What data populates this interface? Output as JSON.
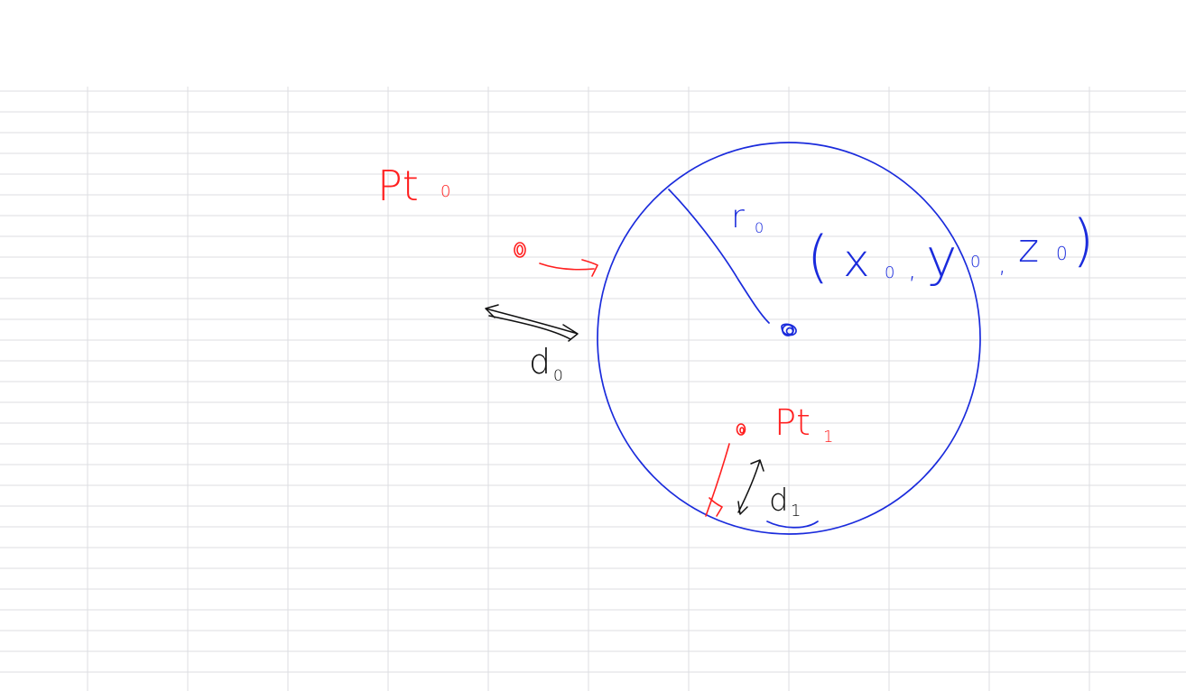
{
  "labels": {
    "point0": "Pt",
    "point0_sub": "0",
    "point1": "Pt",
    "point1_sub": "1",
    "radius": "r",
    "radius_sub": "0",
    "distance0": "d",
    "distance0_sub": "0",
    "distance1": "d",
    "distance1_sub": "1",
    "center_open": "(",
    "center_x": "x",
    "center_x_sub": "0",
    "center_sep1": ",",
    "center_y": "y",
    "center_y_sub": "0",
    "center_sep2": ",",
    "center_z": "z",
    "center_z_sub": "0",
    "center_close": ")"
  },
  "colors": {
    "point_ink": "#ff2020",
    "sphere_ink": "#1a2bdc",
    "distance_ink": "#111111",
    "grid": "#dcdde2"
  }
}
